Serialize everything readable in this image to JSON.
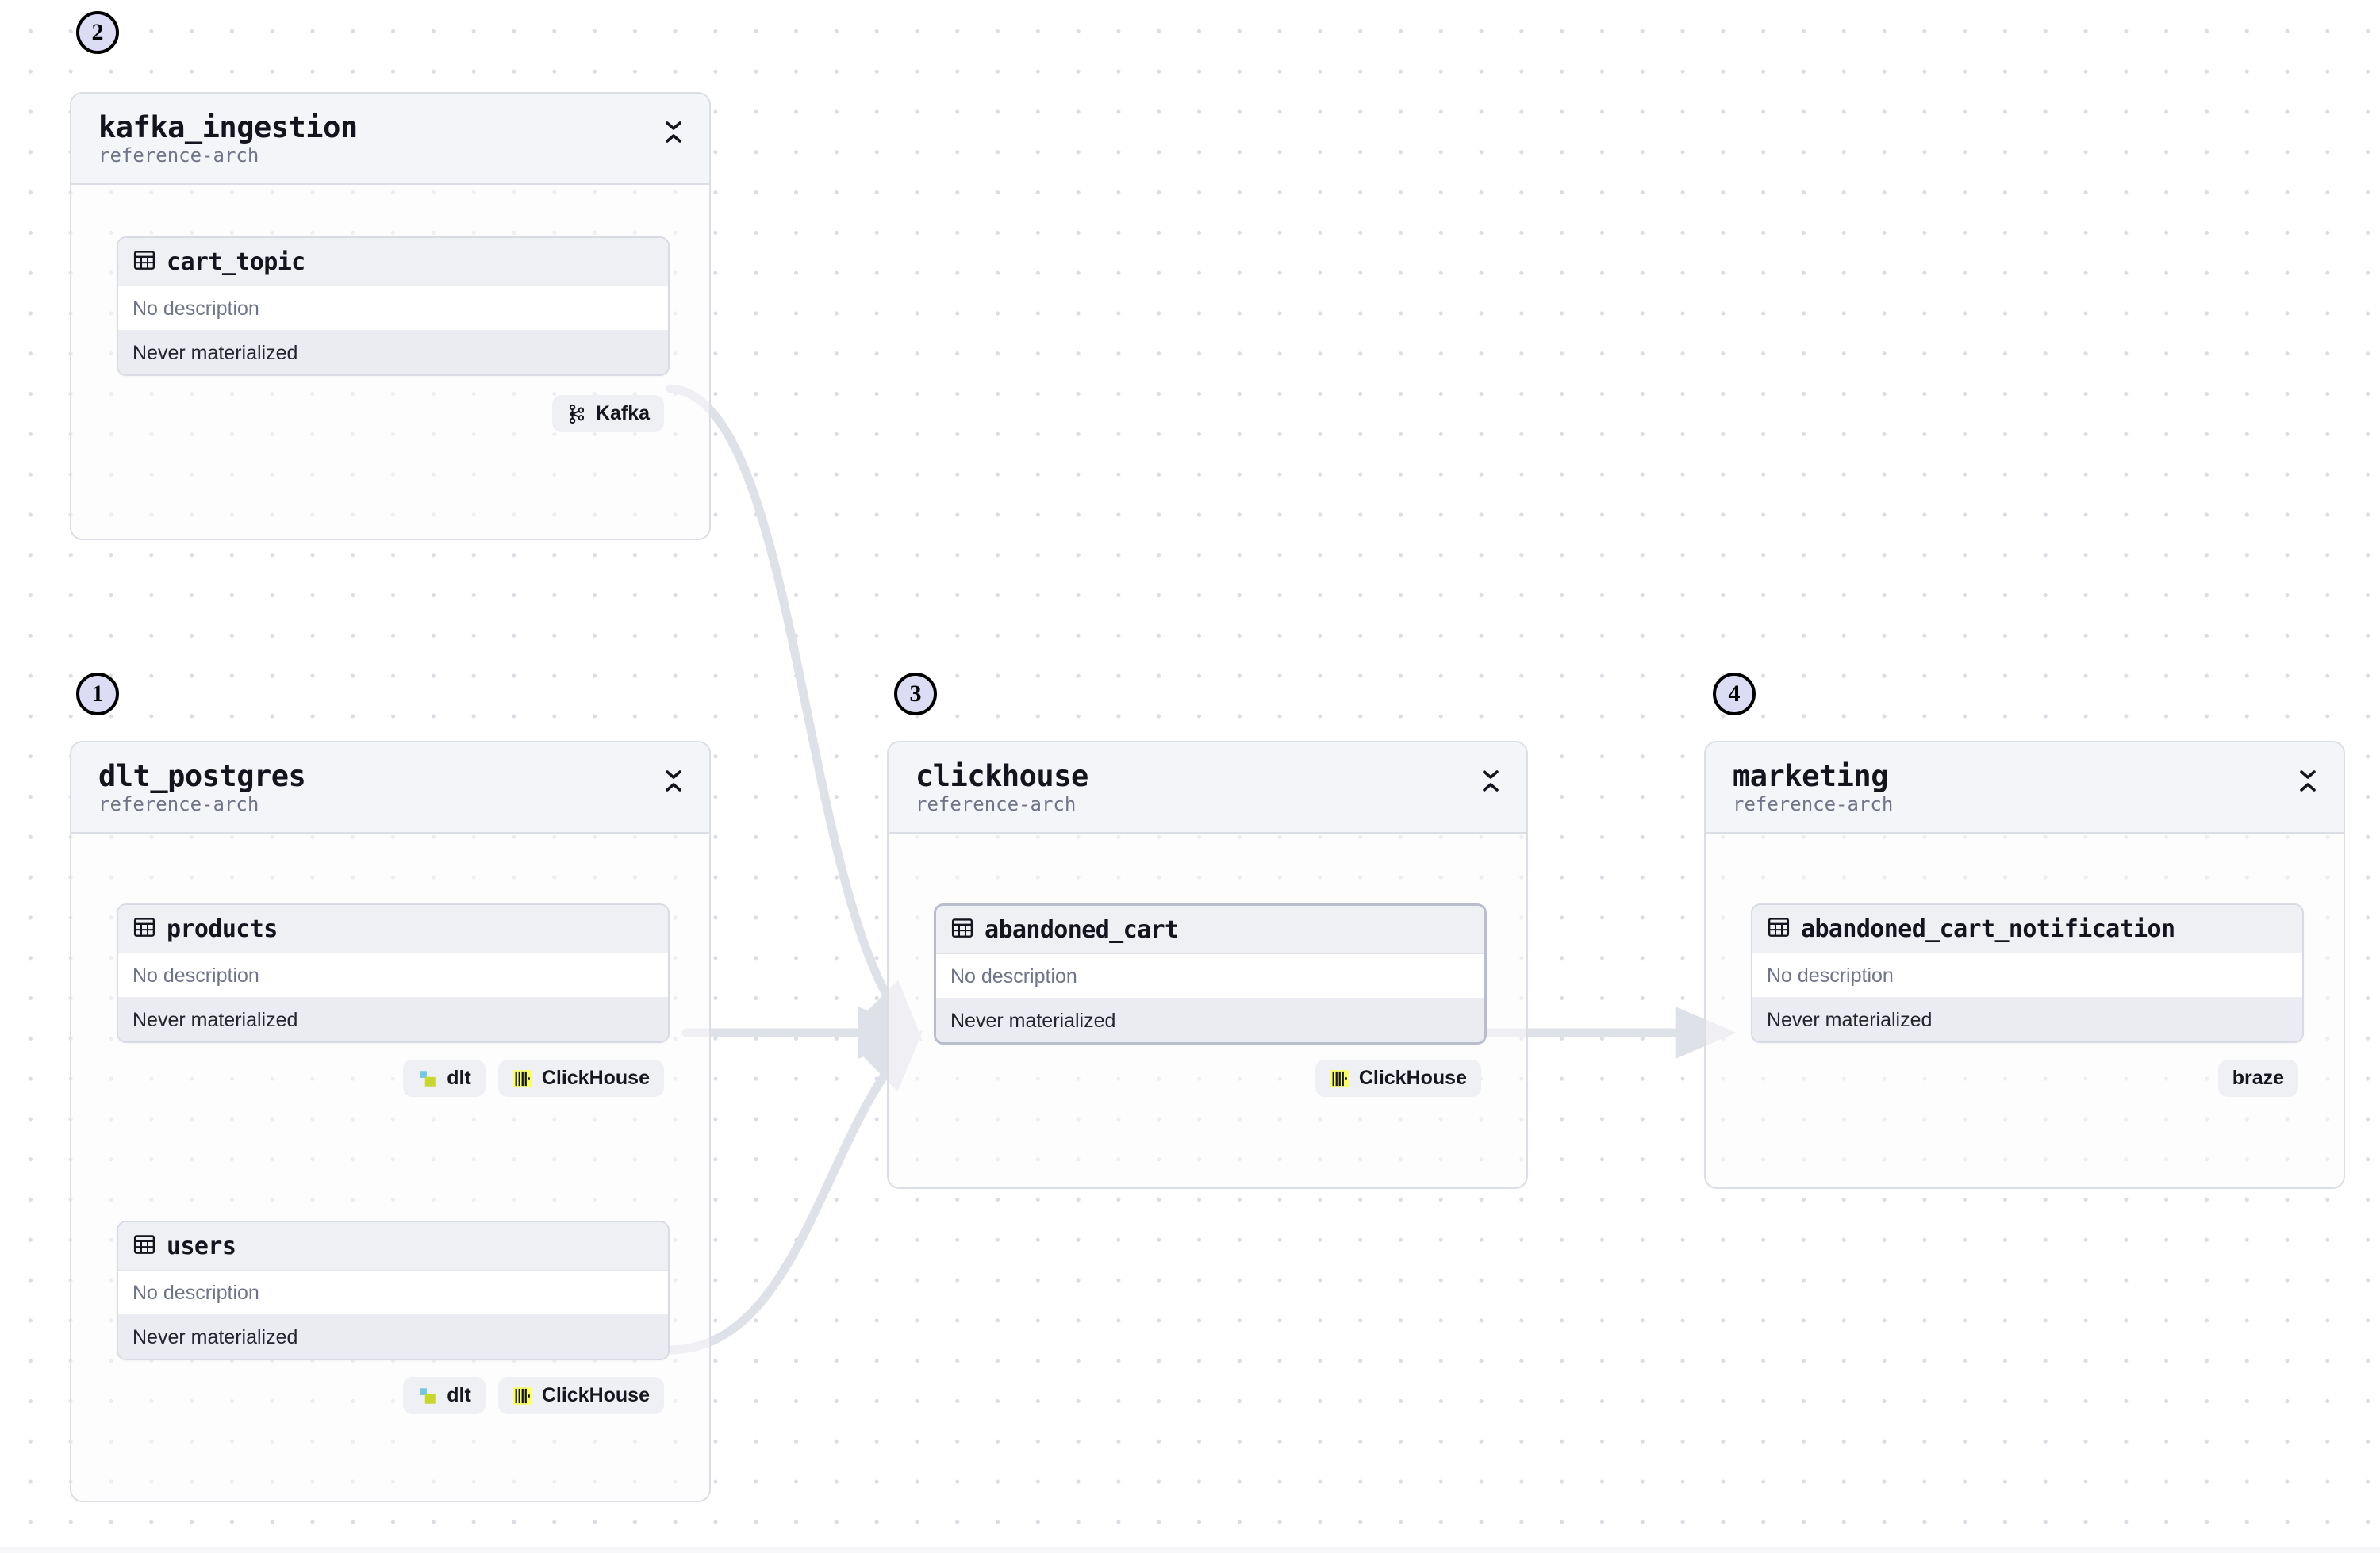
{
  "canvas": {
    "background": "#ffffff",
    "dot_color": "#dcdce4",
    "edge_color": "#dfe1e8",
    "accent_badge_fill": "#dcdcf5"
  },
  "step_badges": [
    {
      "number": "2",
      "name": "step-badge-2"
    },
    {
      "number": "1",
      "name": "step-badge-1"
    },
    {
      "number": "3",
      "name": "step-badge-3"
    },
    {
      "number": "4",
      "name": "step-badge-4"
    }
  ],
  "groups": [
    {
      "id": "kafka_ingestion",
      "title": "kafka_ingestion",
      "subtitle": "reference-arch",
      "collapse_icon": "collapse-chevrons-icon",
      "nodes": [
        {
          "id": "cart_topic",
          "title": "cart_topic",
          "icon": "table-icon",
          "description": "No description",
          "materialization": "Never materialized",
          "selected": false,
          "badges": [
            {
              "label": "Kafka",
              "icon": "kafka-logo-icon"
            }
          ]
        }
      ]
    },
    {
      "id": "dlt_postgres",
      "title": "dlt_postgres",
      "subtitle": "reference-arch",
      "collapse_icon": "collapse-chevrons-icon",
      "nodes": [
        {
          "id": "products",
          "title": "products",
          "icon": "table-icon",
          "description": "No description",
          "materialization": "Never materialized",
          "selected": false,
          "badges": [
            {
              "label": "dlt",
              "icon": "dlt-logo-icon"
            },
            {
              "label": "ClickHouse",
              "icon": "clickhouse-logo-icon"
            }
          ]
        },
        {
          "id": "users",
          "title": "users",
          "icon": "table-icon",
          "description": "No description",
          "materialization": "Never materialized",
          "selected": false,
          "badges": [
            {
              "label": "dlt",
              "icon": "dlt-logo-icon"
            },
            {
              "label": "ClickHouse",
              "icon": "clickhouse-logo-icon"
            }
          ]
        }
      ]
    },
    {
      "id": "clickhouse",
      "title": "clickhouse",
      "subtitle": "reference-arch",
      "collapse_icon": "collapse-chevrons-icon",
      "nodes": [
        {
          "id": "abandoned_cart",
          "title": "abandoned_cart",
          "icon": "table-icon",
          "description": "No description",
          "materialization": "Never materialized",
          "selected": true,
          "badges": [
            {
              "label": "ClickHouse",
              "icon": "clickhouse-logo-icon"
            }
          ]
        }
      ]
    },
    {
      "id": "marketing",
      "title": "marketing",
      "subtitle": "reference-arch",
      "collapse_icon": "collapse-chevrons-icon",
      "nodes": [
        {
          "id": "abandoned_cart_notification",
          "title": "abandoned_cart_notification",
          "icon": "table-icon",
          "description": "No description",
          "materialization": "Never materialized",
          "selected": false,
          "badges": [
            {
              "label": "braze",
              "icon": "none"
            }
          ]
        }
      ]
    }
  ],
  "edges": [
    {
      "from": "cart_topic",
      "to": "abandoned_cart",
      "shape": "curve"
    },
    {
      "from": "products",
      "to": "abandoned_cart",
      "shape": "straight"
    },
    {
      "from": "users",
      "to": "abandoned_cart",
      "shape": "curve"
    },
    {
      "from": "abandoned_cart",
      "to": "abandoned_cart_notification",
      "shape": "straight"
    }
  ]
}
